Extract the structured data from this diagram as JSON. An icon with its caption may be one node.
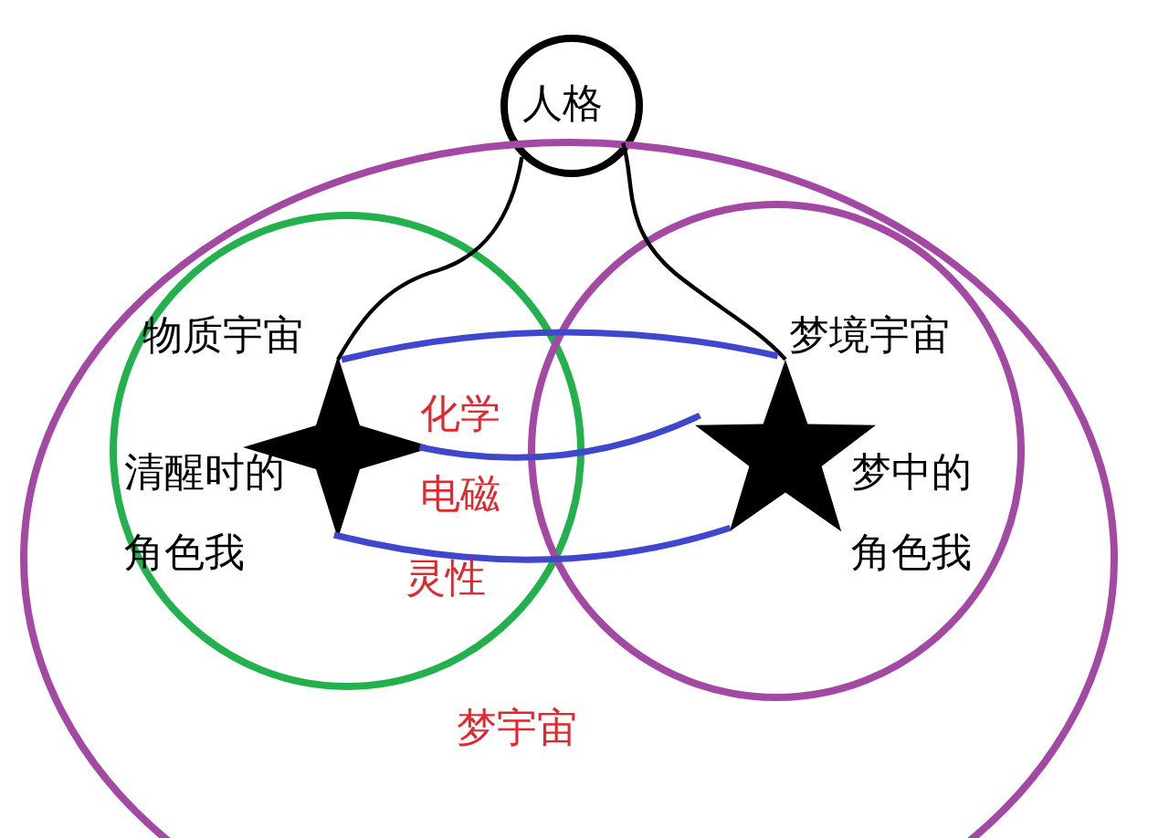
{
  "diagram": {
    "nodes": [
      {
        "text": [
          "人格"
        ]
      },
      {
        "text": [
          "梦宇宙"
        ]
      },
      {
        "text": [
          "物质宇宙"
        ],
        "in": 1
      },
      {
        "text": [
          "梦境宇宙"
        ],
        "in": 1
      },
      {
        "text": [],
        "shape": "star",
        "beside": [
          "清醒时的角色我"
        ],
        "in": 2
      },
      {
        "text": [],
        "shape": "star",
        "beside": [
          "梦中的角色我"
        ],
        "in": 3
      }
    ],
    "edges": [
      {
        "from": 0,
        "to": 4,
        "arrow": "none",
        "color": "#000000"
      },
      {
        "from": 0,
        "to": 5,
        "arrow": "none",
        "color": "#000000"
      },
      {
        "from": 4,
        "to": 5,
        "arrow": "none",
        "label": "化学"
      },
      {
        "from": 4,
        "to": 5,
        "arrow": "none",
        "label": "电磁"
      },
      {
        "from": 4,
        "to": 5,
        "arrow": "none",
        "label": "灵性"
      }
    ]
  }
}
